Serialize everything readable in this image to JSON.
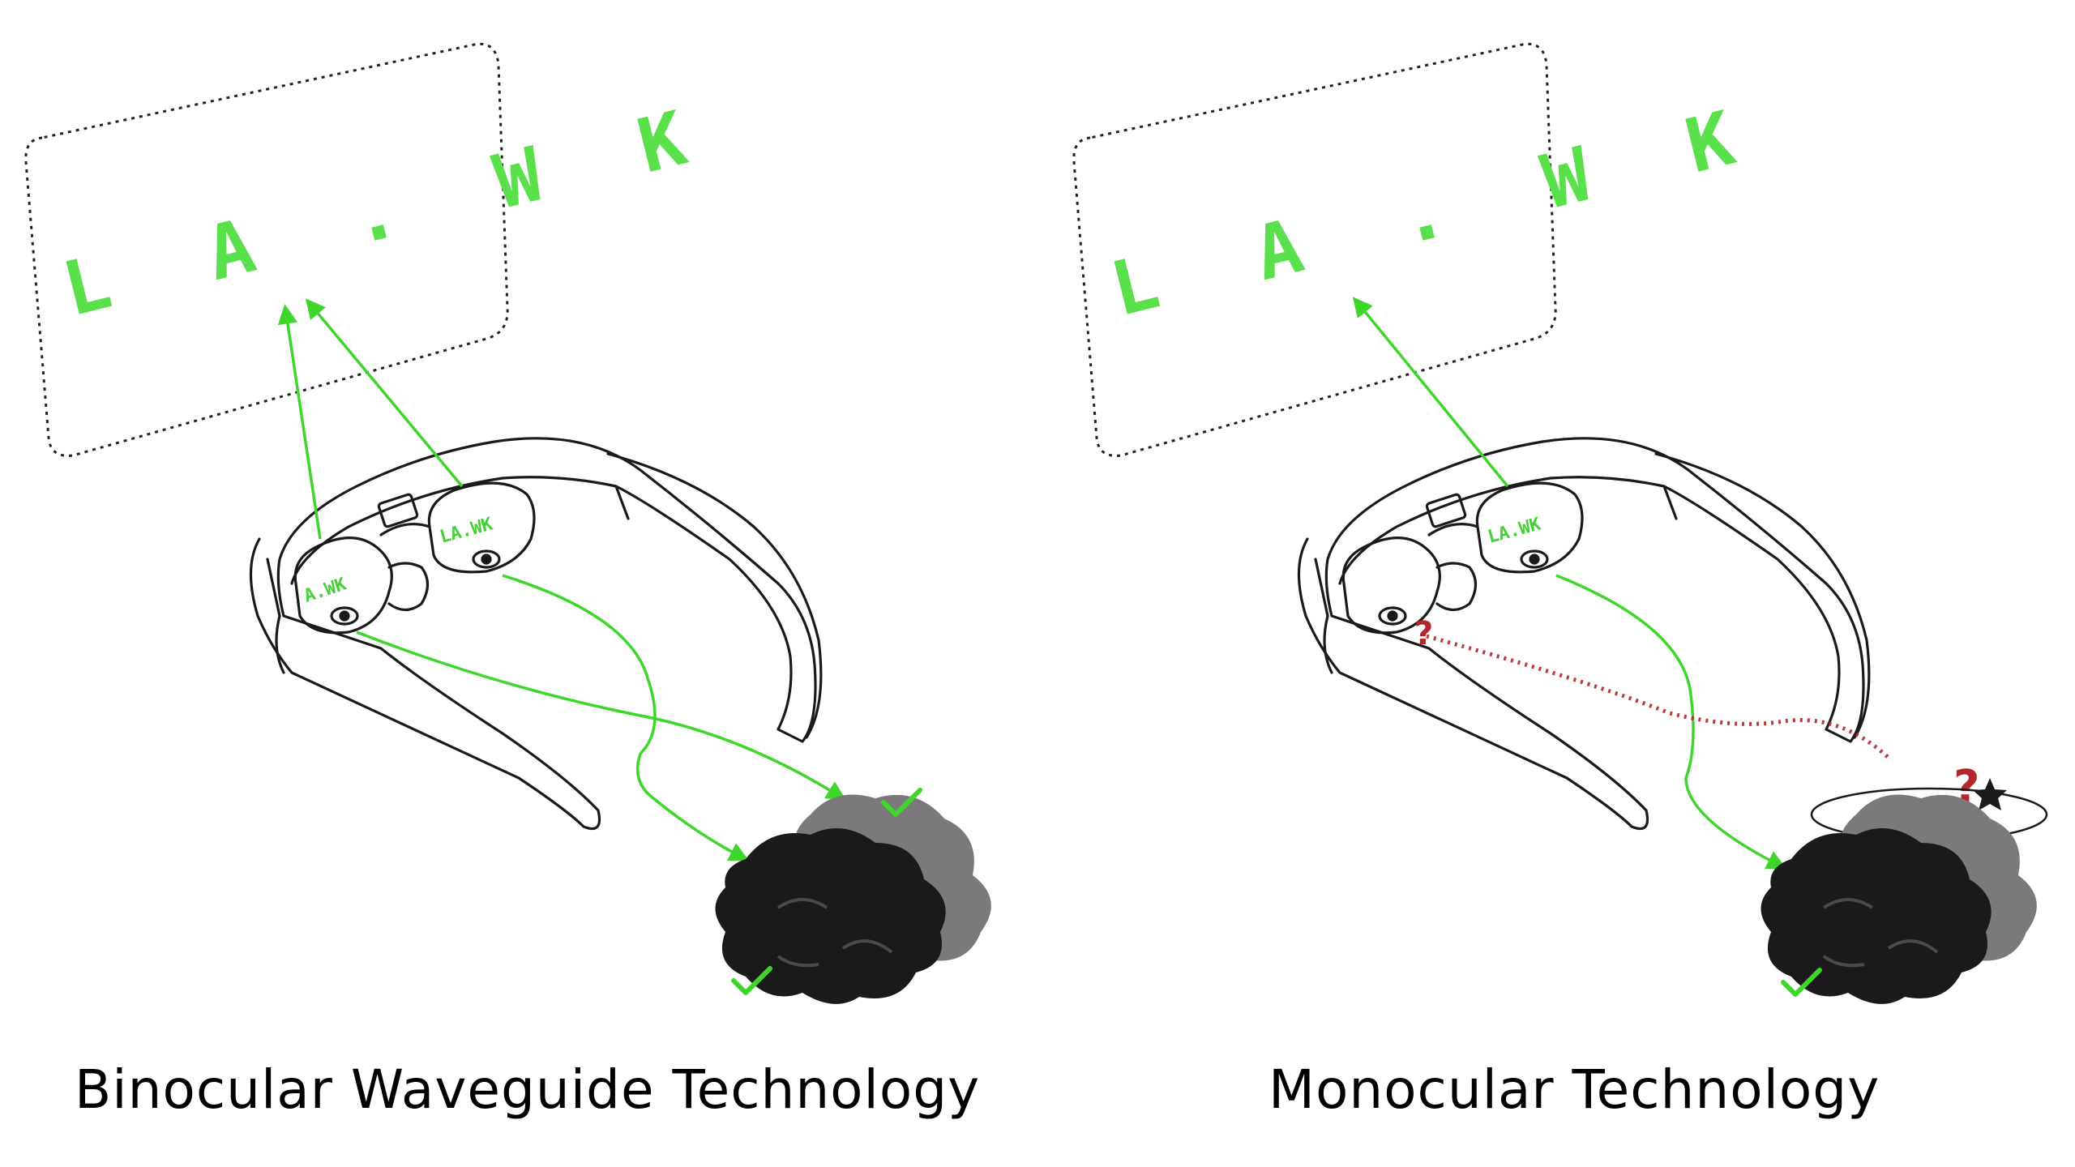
{
  "panels": [
    {
      "id": "binocular",
      "caption": "Binocular Waveguide Technology",
      "screen_text": "L A . W K",
      "lens_left_text": "A.WK",
      "lens_right_text": "LA.WK"
    },
    {
      "id": "monocular",
      "caption": "Monocular Technology",
      "screen_text": "L A . W K",
      "lens_right_text": "LA.WK",
      "confusion_marks": [
        "?",
        "?"
      ]
    }
  ],
  "colors": {
    "green_ray": "#3fd62b",
    "red_dotted": "#b3262a",
    "outline": "#1a1a1a",
    "brain_dark": "#1a1a1a",
    "brain_grey": "#777777"
  },
  "icons": [
    "projection-screen-icon",
    "ar-glasses-icon",
    "brain-icon",
    "checkmark-icon",
    "question-mark-icon",
    "star-icon"
  ]
}
